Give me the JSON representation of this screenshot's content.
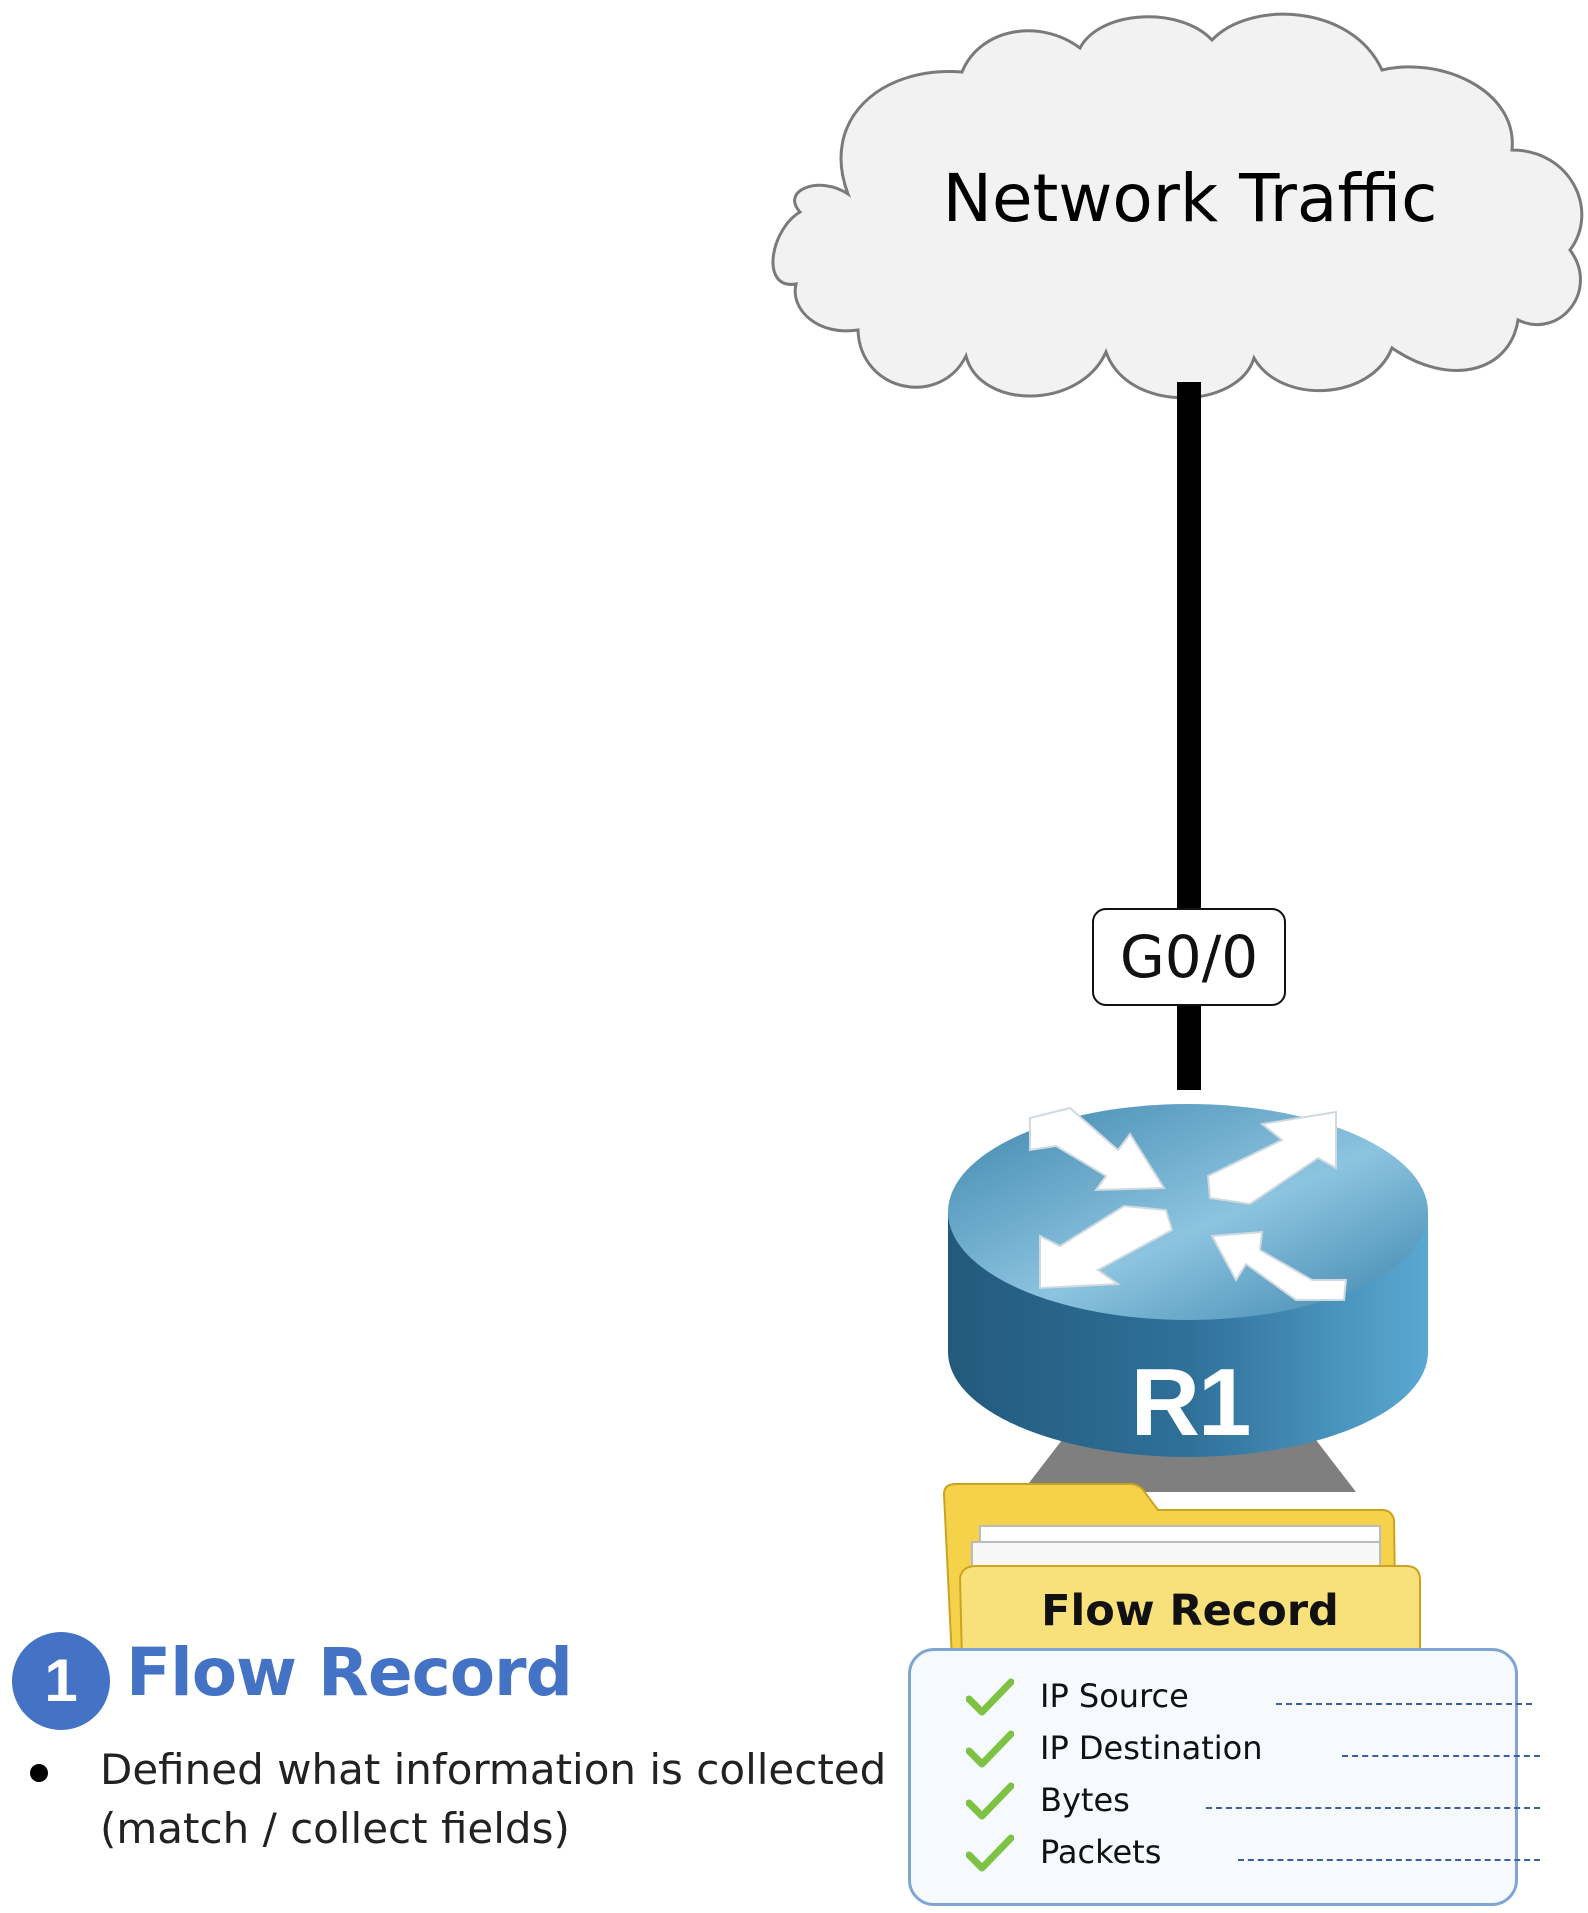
{
  "cloud": {
    "label": "Network Traffic",
    "fill": "#f2f2f2",
    "stroke": "#7a7a7a"
  },
  "link": {
    "color": "#000000"
  },
  "port": {
    "label": "G0/0"
  },
  "router": {
    "label": "R1",
    "top_color": "#5ea7cf",
    "body_color": "#2f6f94",
    "icon": "router-icon"
  },
  "folder": {
    "label": "Flow Record",
    "color": "#f8e07a"
  },
  "record": {
    "fields": [
      {
        "label": "IP Source"
      },
      {
        "label": "IP Destination"
      },
      {
        "label": "Bytes"
      },
      {
        "label": "Packets"
      }
    ],
    "check_color": "#7dc242"
  },
  "step": {
    "number": "1",
    "title": "Flow Record",
    "color": "#4472c4",
    "bullet": "Defined what information is collected (match / collect fields)"
  }
}
